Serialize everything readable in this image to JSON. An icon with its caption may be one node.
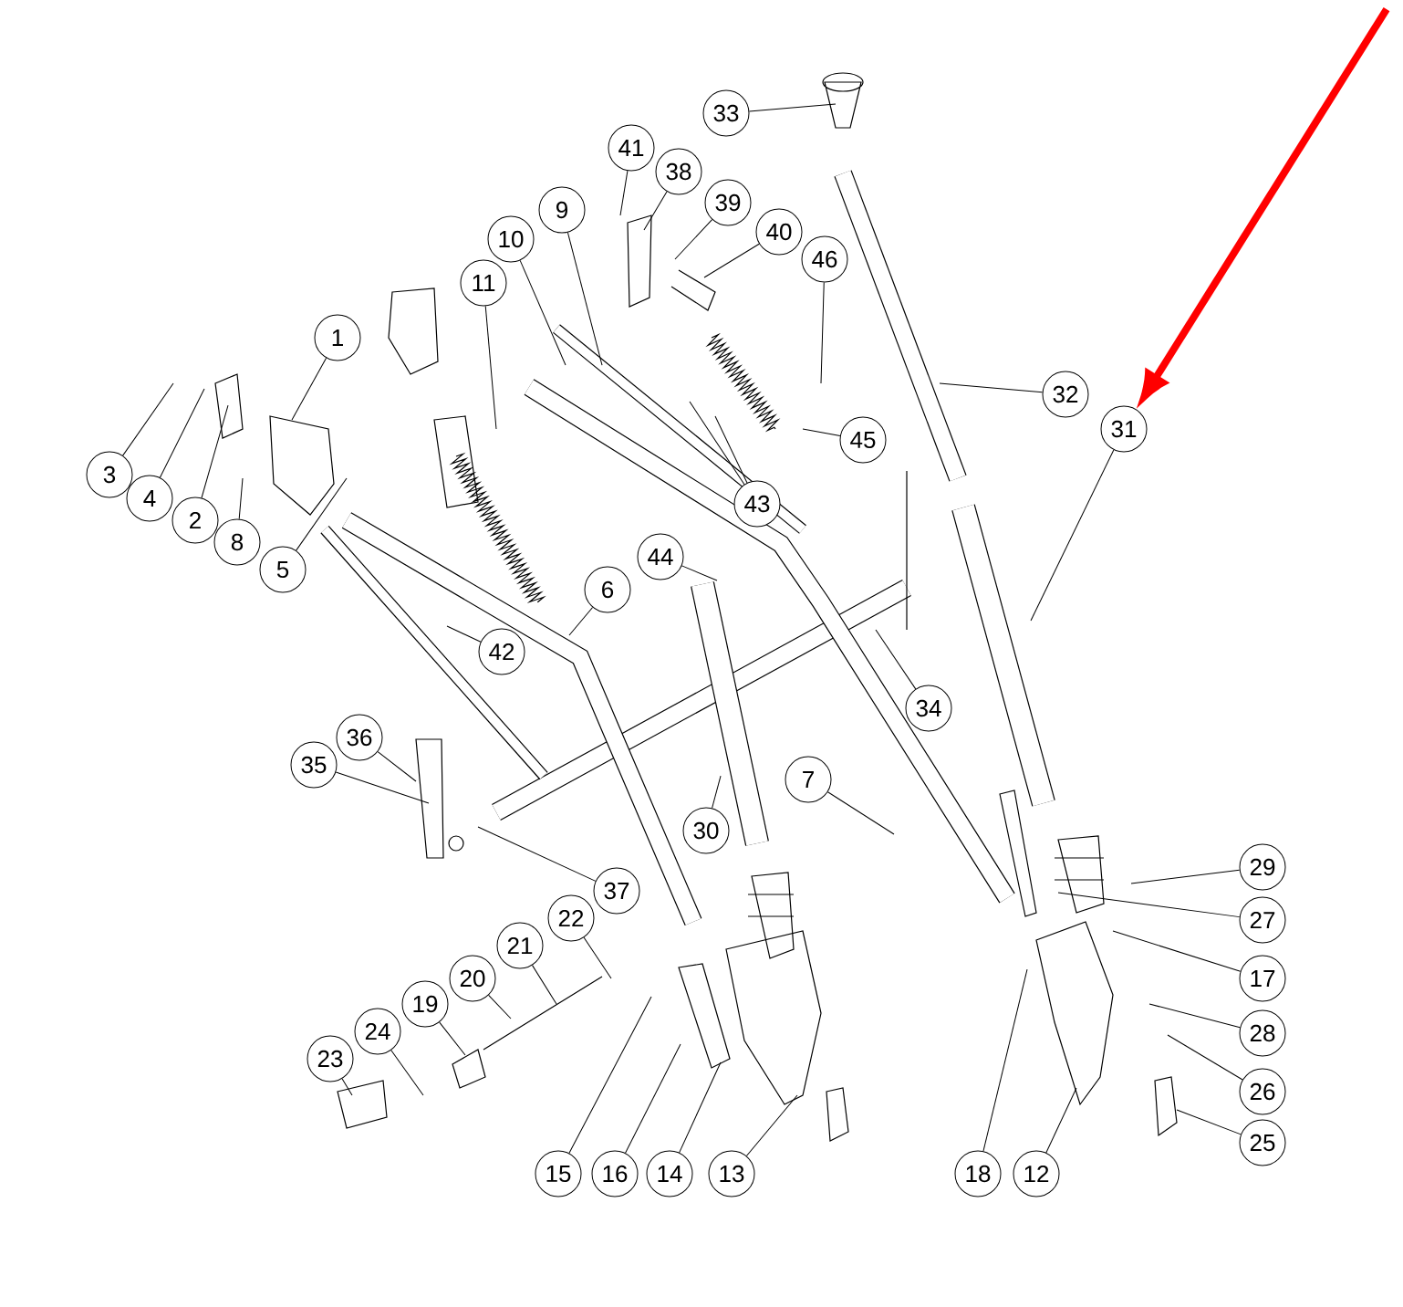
{
  "diagram": {
    "nodes": [
      {
        "text": [
          "1"
        ]
      },
      {
        "text": [
          "2"
        ]
      },
      {
        "text": [
          "3"
        ]
      },
      {
        "text": [
          "4"
        ]
      },
      {
        "text": [
          "5"
        ]
      },
      {
        "text": [
          "6"
        ]
      },
      {
        "text": [
          "7"
        ]
      },
      {
        "text": [
          "8"
        ]
      },
      {
        "text": [
          "9"
        ]
      },
      {
        "text": [
          "10"
        ]
      },
      {
        "text": [
          "11"
        ]
      },
      {
        "text": [
          "12"
        ]
      },
      {
        "text": [
          "13"
        ]
      },
      {
        "text": [
          "14"
        ]
      },
      {
        "text": [
          "15"
        ]
      },
      {
        "text": [
          "16"
        ]
      },
      {
        "text": [
          "17"
        ]
      },
      {
        "text": [
          "18"
        ]
      },
      {
        "text": [
          "19"
        ]
      },
      {
        "text": [
          "20"
        ]
      },
      {
        "text": [
          "21"
        ]
      },
      {
        "text": [
          "22"
        ]
      },
      {
        "text": [
          "23"
        ]
      },
      {
        "text": [
          "24"
        ]
      },
      {
        "text": [
          "25"
        ]
      },
      {
        "text": [
          "26"
        ]
      },
      {
        "text": [
          "27"
        ]
      },
      {
        "text": [
          "28"
        ]
      },
      {
        "text": [
          "29"
        ]
      },
      {
        "text": [
          "30"
        ]
      },
      {
        "text": [
          "31"
        ]
      },
      {
        "text": [
          "32"
        ]
      },
      {
        "text": [
          "33"
        ]
      },
      {
        "text": [
          "34"
        ]
      },
      {
        "text": [
          "35"
        ]
      },
      {
        "text": [
          "36"
        ]
      },
      {
        "text": [
          "37"
        ]
      },
      {
        "text": [
          "38"
        ]
      },
      {
        "text": [
          "39"
        ]
      },
      {
        "text": [
          "40"
        ]
      },
      {
        "text": [
          "41"
        ]
      },
      {
        "text": [
          "42"
        ]
      },
      {
        "text": [
          "43"
        ]
      },
      {
        "text": [
          "44"
        ]
      },
      {
        "text": [
          "45"
        ]
      },
      {
        "text": [
          "46"
        ]
      }
    ],
    "edges": [
      {
        "from": 0,
        "to": null,
        "arrow": "none"
      },
      {
        "from": 1,
        "to": null,
        "arrow": "none"
      },
      {
        "from": 2,
        "to": null,
        "arrow": "none"
      },
      {
        "from": 3,
        "to": null,
        "arrow": "none"
      },
      {
        "from": 4,
        "to": null,
        "arrow": "none"
      },
      {
        "from": 5,
        "to": null,
        "arrow": "none"
      },
      {
        "from": 6,
        "to": null,
        "arrow": "none"
      },
      {
        "from": 7,
        "to": null,
        "arrow": "none"
      },
      {
        "from": 8,
        "to": null,
        "arrow": "none"
      },
      {
        "from": 9,
        "to": null,
        "arrow": "none"
      },
      {
        "from": 10,
        "to": null,
        "arrow": "none"
      },
      {
        "from": 11,
        "to": null,
        "arrow": "none"
      },
      {
        "from": 12,
        "to": null,
        "arrow": "none"
      },
      {
        "from": 13,
        "to": null,
        "arrow": "none"
      },
      {
        "from": 14,
        "to": null,
        "arrow": "none"
      },
      {
        "from": 15,
        "to": null,
        "arrow": "none"
      },
      {
        "from": 16,
        "to": null,
        "arrow": "none"
      },
      {
        "from": 17,
        "to": null,
        "arrow": "none"
      },
      {
        "from": 18,
        "to": null,
        "arrow": "none"
      },
      {
        "from": 19,
        "to": null,
        "arrow": "none"
      },
      {
        "from": 20,
        "to": null,
        "arrow": "none"
      },
      {
        "from": 21,
        "to": null,
        "arrow": "none"
      },
      {
        "from": 22,
        "to": null,
        "arrow": "none"
      },
      {
        "from": 23,
        "to": null,
        "arrow": "none"
      },
      {
        "from": 24,
        "to": null,
        "arrow": "none"
      },
      {
        "from": 25,
        "to": null,
        "arrow": "none"
      },
      {
        "from": 26,
        "to": null,
        "arrow": "none"
      },
      {
        "from": 27,
        "to": null,
        "arrow": "none"
      },
      {
        "from": 28,
        "to": null,
        "arrow": "none"
      },
      {
        "from": 29,
        "to": null,
        "arrow": "none"
      },
      {
        "from": 30,
        "to": null,
        "arrow": "none"
      },
      {
        "from": 31,
        "to": null,
        "arrow": "none"
      },
      {
        "from": 32,
        "to": null,
        "arrow": "none"
      },
      {
        "from": 33,
        "to": null,
        "arrow": "none"
      },
      {
        "from": 34,
        "to": null,
        "arrow": "none"
      },
      {
        "from": 35,
        "to": null,
        "arrow": "none"
      },
      {
        "from": 36,
        "to": null,
        "arrow": "none"
      },
      {
        "from": 37,
        "to": null,
        "arrow": "none"
      },
      {
        "from": 38,
        "to": null,
        "arrow": "none"
      },
      {
        "from": 39,
        "to": null,
        "arrow": "none"
      },
      {
        "from": 40,
        "to": null,
        "arrow": "none"
      },
      {
        "from": 41,
        "to": null,
        "arrow": "none"
      },
      {
        "from": 42,
        "to": null,
        "arrow": "none"
      },
      {
        "from": 42,
        "to": null,
        "arrow": "none"
      },
      {
        "from": 43,
        "to": null,
        "arrow": "none"
      },
      {
        "from": 44,
        "to": null,
        "arrow": "none"
      },
      {
        "from": 45,
        "to": null,
        "arrow": "none"
      },
      {
        "from": null,
        "to": 30,
        "arrow": "to",
        "style": "thick",
        "color": "#ff0000"
      }
    ]
  }
}
